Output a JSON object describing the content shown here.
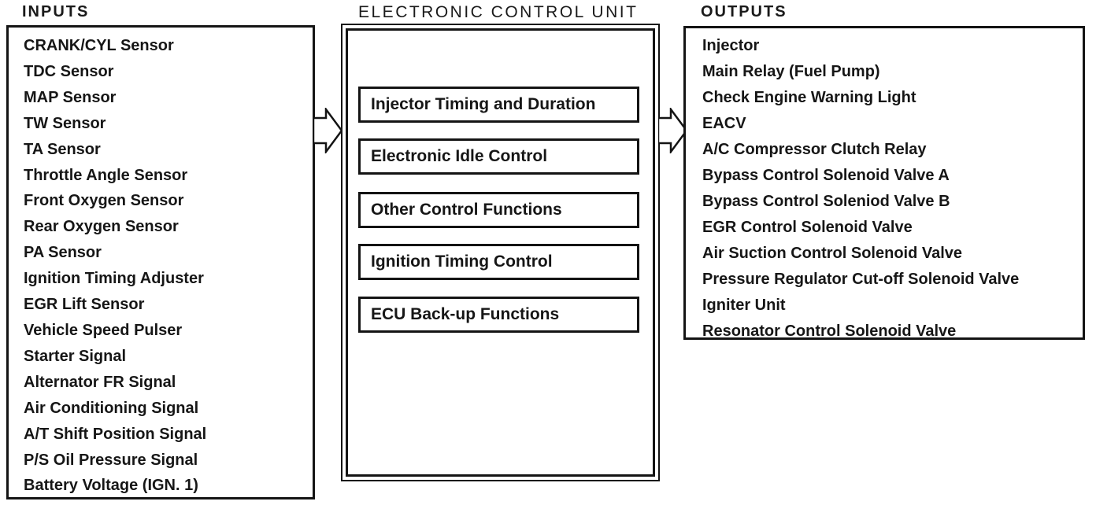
{
  "inputs": {
    "title": "INPUTS",
    "items": [
      "CRANK/CYL Sensor",
      "TDC Sensor",
      "MAP Sensor",
      "TW Sensor",
      "TA Sensor",
      "Throttle Angle Sensor",
      "Front Oxygen Sensor",
      "Rear Oxygen Sensor",
      "PA Sensor",
      "Ignition Timing Adjuster",
      "EGR Lift Sensor",
      "Vehicle Speed Pulser",
      "Starter Signal",
      "Alternator FR Signal",
      "Air Conditioning Signal",
      "A/T Shift Position Signal",
      "P/S Oil Pressure Signal",
      "Battery Voltage (IGN. 1)"
    ]
  },
  "ecu": {
    "title": "ELECTRONIC CONTROL UNIT",
    "functions": [
      "Injector Timing and Duration",
      "Electronic Idle Control",
      "Other Control Functions",
      "Ignition Timing Control",
      "ECU Back-up Functions"
    ]
  },
  "outputs": {
    "title": "OUTPUTS",
    "items": [
      "Injector",
      "Main Relay (Fuel Pump)",
      "Check Engine Warning Light",
      "EACV",
      "A/C Compressor Clutch Relay",
      "Bypass Control Solenoid Valve A",
      "Bypass Control Soleniod Valve B",
      "EGR Control Solenoid Valve",
      "Air Suction Control Solenoid Valve",
      "Pressure Regulator Cut-off Solenoid Valve",
      "Igniter Unit",
      "Resonator Control Solenoid Valve"
    ]
  },
  "colors": {
    "ink": "#141414",
    "background": "#ffffff"
  }
}
